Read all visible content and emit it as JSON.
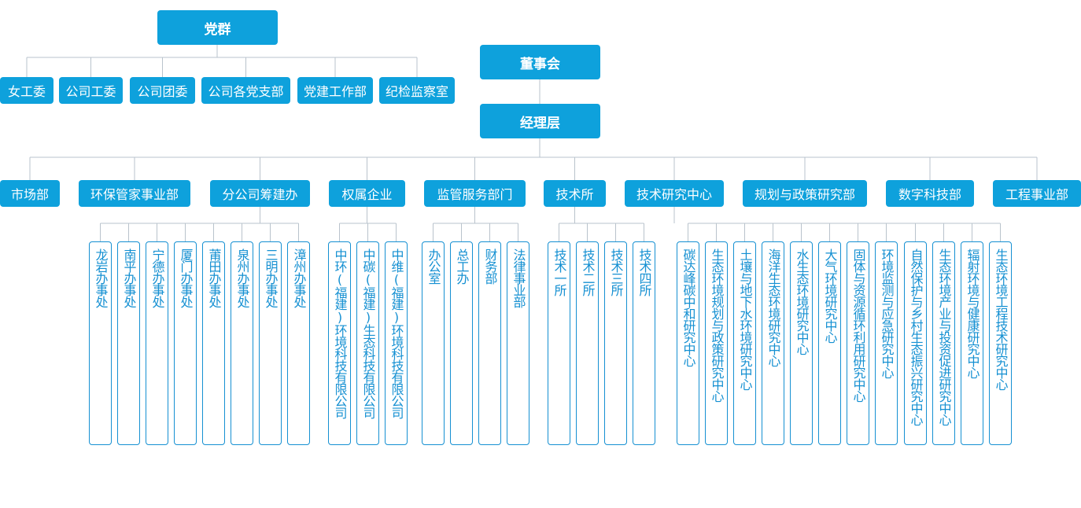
{
  "diagram": {
    "party": {
      "title": "党群",
      "children": [
        "女工委",
        "公司工委",
        "公司团委",
        "公司各党支部",
        "党建工作部",
        "纪检监察室"
      ]
    },
    "board": "董事会",
    "management": "经理层",
    "departments": [
      {
        "label": "市场部",
        "children": []
      },
      {
        "label": "环保管家事业部",
        "children": []
      },
      {
        "label": "分公司筹建办",
        "children": [
          "龙岩办事处",
          "南平办事处",
          "宁德办事处",
          "厦门办事处",
          "莆田办事处",
          "泉州办事处",
          "三明办事处",
          "漳州办事处"
        ]
      },
      {
        "label": "权属企业",
        "children": [
          "中环(福建)环境科技有限公司",
          "中碳(福建)生态科技有限公司",
          "中维(福建)环境科技有限公司"
        ]
      },
      {
        "label": "监管服务部门",
        "children": [
          "办公室",
          "总工办",
          "财务部",
          "法律事业部"
        ]
      },
      {
        "label": "技术所",
        "children": [
          "技术一所",
          "技术二所",
          "技术三所",
          "技术四所"
        ]
      },
      {
        "label": "技术研究中心",
        "children": [
          "碳达峰碳中和研究中心",
          "生态环境规划与政策研究中心",
          "土壤与地下水环境研究中心",
          "海洋生态环境研究中心",
          "水生态环境研究中心",
          "大气环境研究中心",
          "固体与资源循环利用研究中心",
          "环境监测与应急研究中心",
          "自然保护与乡村生态振兴研究中心",
          "生态环境产业与投资促进研究中心",
          "辐射环境与健康研究中心",
          "生态环境工程技术研究中心"
        ]
      },
      {
        "label": "规划与政策研究部",
        "children": []
      },
      {
        "label": "数字科技部",
        "children": []
      },
      {
        "label": "工程事业部",
        "children": []
      }
    ],
    "colors": {
      "node_fill": "#0ea1dc",
      "leaf_border": "#1590d2",
      "connector": "#b9c3cc",
      "text_light": "#ffffff"
    }
  }
}
